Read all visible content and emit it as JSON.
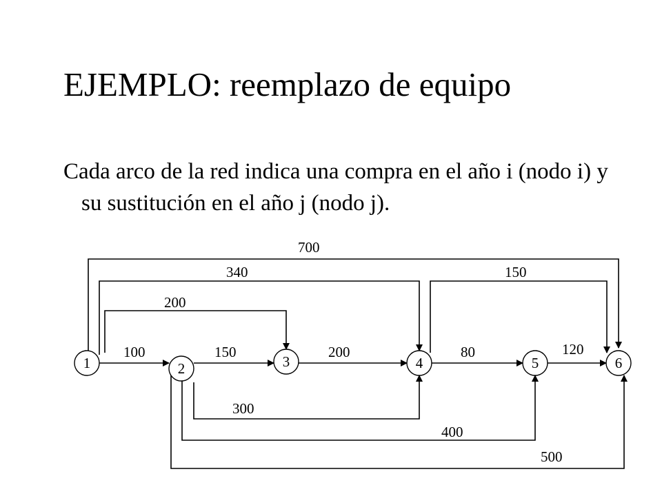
{
  "title": "EJEMPLO: reemplazo de equipo",
  "body": "Cada arco de la red indica una compra en el año i (nodo i) y su sustitución en el año j (nodo j).",
  "nodes": [
    {
      "id": "n1",
      "label": "1"
    },
    {
      "id": "n2",
      "label": "2"
    },
    {
      "id": "n3",
      "label": "3"
    },
    {
      "id": "n4",
      "label": "4"
    },
    {
      "id": "n5",
      "label": "5"
    },
    {
      "id": "n6",
      "label": "6"
    }
  ],
  "edges": [
    {
      "id": "e1-2",
      "from": "1",
      "to": "2",
      "weight": "100"
    },
    {
      "id": "e1-3",
      "from": "1",
      "to": "3",
      "weight": "200"
    },
    {
      "id": "e1-4",
      "from": "1",
      "to": "4",
      "weight": "340"
    },
    {
      "id": "e1-6",
      "from": "1",
      "to": "6",
      "weight": "700"
    },
    {
      "id": "e2-3",
      "from": "2",
      "to": "3",
      "weight": "150"
    },
    {
      "id": "e2-4",
      "from": "2",
      "to": "4",
      "weight": "300"
    },
    {
      "id": "e2-5",
      "from": "2",
      "to": "5",
      "weight": "400"
    },
    {
      "id": "e2-6",
      "from": "2",
      "to": "6",
      "weight": "500"
    },
    {
      "id": "e3-4",
      "from": "3",
      "to": "4",
      "weight": "200"
    },
    {
      "id": "e4-5",
      "from": "4",
      "to": "5",
      "weight": "80"
    },
    {
      "id": "e4-6",
      "from": "4",
      "to": "6",
      "weight": "150"
    },
    {
      "id": "e5-6",
      "from": "5",
      "to": "6",
      "weight": "120"
    }
  ]
}
